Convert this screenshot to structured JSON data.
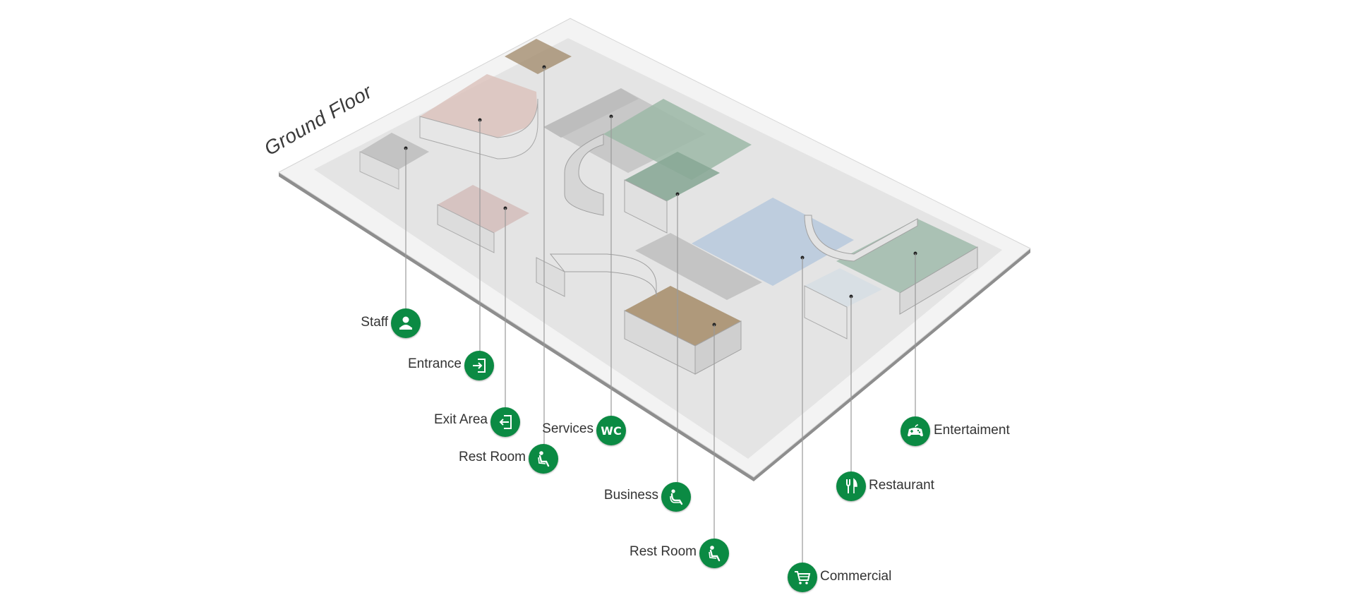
{
  "floor_title": "Ground Floor",
  "colors": {
    "marker": "#0b8a43",
    "leader_line": "#9a9a9a",
    "slab": "#f1f1f1",
    "zone_pink": "#dcbfba",
    "zone_brown": "#a89071",
    "zone_green": "#8fae9c",
    "zone_blue": "#b9c8dc",
    "zone_gray": "#c9c9c9"
  },
  "legend": [
    {
      "id": "staff",
      "label": "Staff",
      "icon": "staff-icon"
    },
    {
      "id": "entrance",
      "label": "Entrance",
      "icon": "entrance-icon"
    },
    {
      "id": "exit",
      "label": "Exit Area",
      "icon": "exit-icon"
    },
    {
      "id": "services",
      "label": "Services",
      "icon": "wc-icon",
      "icon_text": "WC"
    },
    {
      "id": "restroom1",
      "label": "Rest Room",
      "icon": "seat-icon"
    },
    {
      "id": "business",
      "label": "Business",
      "icon": "armchair-icon"
    },
    {
      "id": "restroom2",
      "label": "Rest Room",
      "icon": "seat-icon"
    },
    {
      "id": "commercial",
      "label": "Commercial",
      "icon": "cart-icon"
    },
    {
      "id": "restaurant",
      "label": "Restaurant",
      "icon": "cutlery-icon"
    },
    {
      "id": "entertainment",
      "label": "Entertaiment",
      "icon": "gamepad-icon"
    }
  ]
}
